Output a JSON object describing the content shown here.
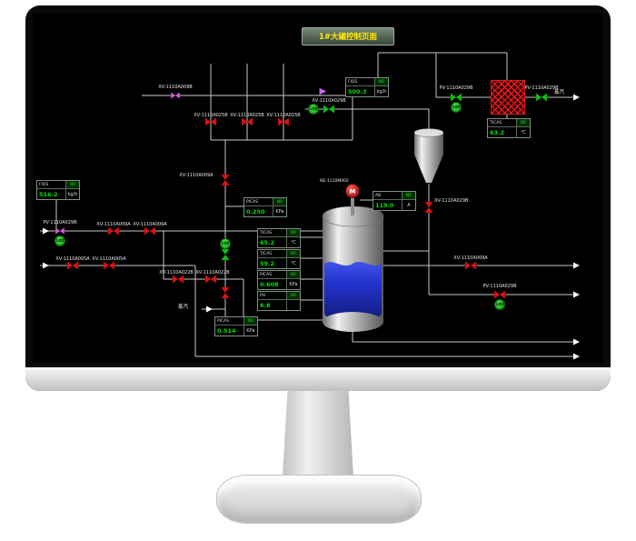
{
  "window": {
    "title_button": "1#大罐控制页面"
  },
  "indicators": {
    "opening": "100"
  },
  "labels": {
    "steam_out": "蒸汽",
    "steam_in": "蒸汽",
    "motor": "M",
    "motor_tag": "NE-1110M002"
  },
  "instruments": [
    {
      "tag": "FIQS",
      "value": "500.3",
      "quality": "NR",
      "unit": "kg/h"
    },
    {
      "tag": "FIQS",
      "value": "516.2",
      "quality": "NR",
      "unit": "kg/h"
    },
    {
      "tag": "PICAS",
      "value": "0.250",
      "quality": "NR",
      "unit": "KPa"
    },
    {
      "tag": "TICAS",
      "value": "65.2",
      "quality": "NR",
      "unit": "℃"
    },
    {
      "tag": "TICAS",
      "value": "59.2",
      "quality": "NR",
      "unit": "℃"
    },
    {
      "tag": "PICAS",
      "value": "0.608",
      "quality": "NR",
      "unit": "KPa"
    },
    {
      "tag": "PH",
      "value": "6.8",
      "quality": "NR",
      "unit": ""
    },
    {
      "tag": "PICAS",
      "value": "0.514",
      "quality": "NR",
      "unit": "KPa"
    },
    {
      "tag": "TICAS",
      "value": "63.2",
      "quality": "NR",
      "unit": "℃"
    },
    {
      "tag": "AB",
      "value": "119.0",
      "quality": "NR",
      "unit": "A"
    }
  ],
  "valve_labels": [
    "XV-1110A009B",
    "XV-1110A025B",
    "XV-1110A025B",
    "XV-1110A025B",
    "XV-1110A029B",
    "PV-1110A029B",
    "PV-1110A029B",
    "PV-1110A029B",
    "XV-1110A009A",
    "XV-1110A009A",
    "XV-1110A005A",
    "XV-1110A005A",
    "XV-1110A009A",
    "XV-1110A022B",
    "XV-1110A022B",
    "XV-1110A029B",
    "XV-1110A009A",
    "PV-1110A029B"
  ]
}
